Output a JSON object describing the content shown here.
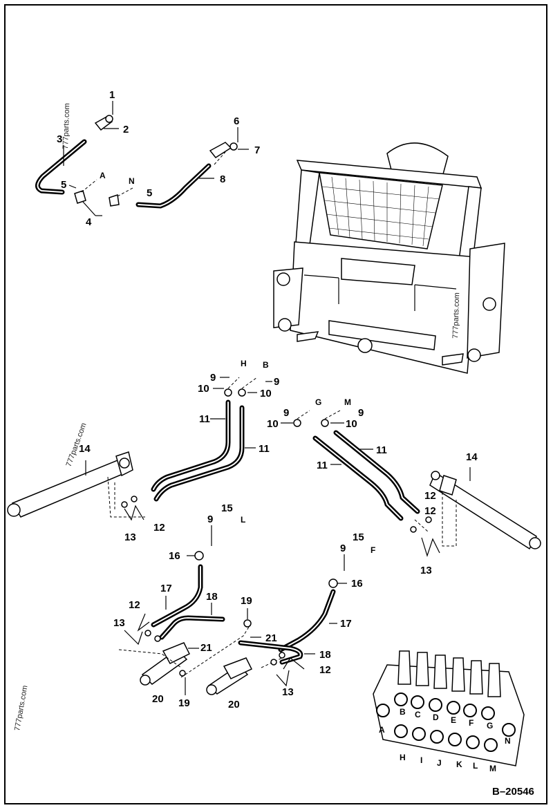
{
  "diagram": {
    "drawing_number": "B–20546",
    "watermark": "777parts.com",
    "callouts": [
      "1",
      "2",
      "3",
      "4",
      "5",
      "5",
      "6",
      "7",
      "8",
      "A",
      "N",
      "9",
      "9",
      "10",
      "10",
      "11",
      "11",
      "H",
      "B",
      "9",
      "9",
      "10",
      "10",
      "11",
      "11",
      "G",
      "M",
      "14",
      "14",
      "12",
      "13",
      "12",
      "12",
      "13",
      "9",
      "15",
      "L",
      "16",
      "17",
      "18",
      "19",
      "21",
      "21",
      "12",
      "13",
      "20",
      "19",
      "20",
      "13",
      "12",
      "9",
      "15",
      "F",
      "16",
      "17",
      "18"
    ],
    "valve_ports_top": [
      "B",
      "C",
      "D",
      "E",
      "F",
      "G"
    ],
    "valve_ports_bottom": [
      "H",
      "I",
      "J",
      "K",
      "L",
      "M"
    ],
    "valve_side": [
      "A",
      "N"
    ]
  }
}
